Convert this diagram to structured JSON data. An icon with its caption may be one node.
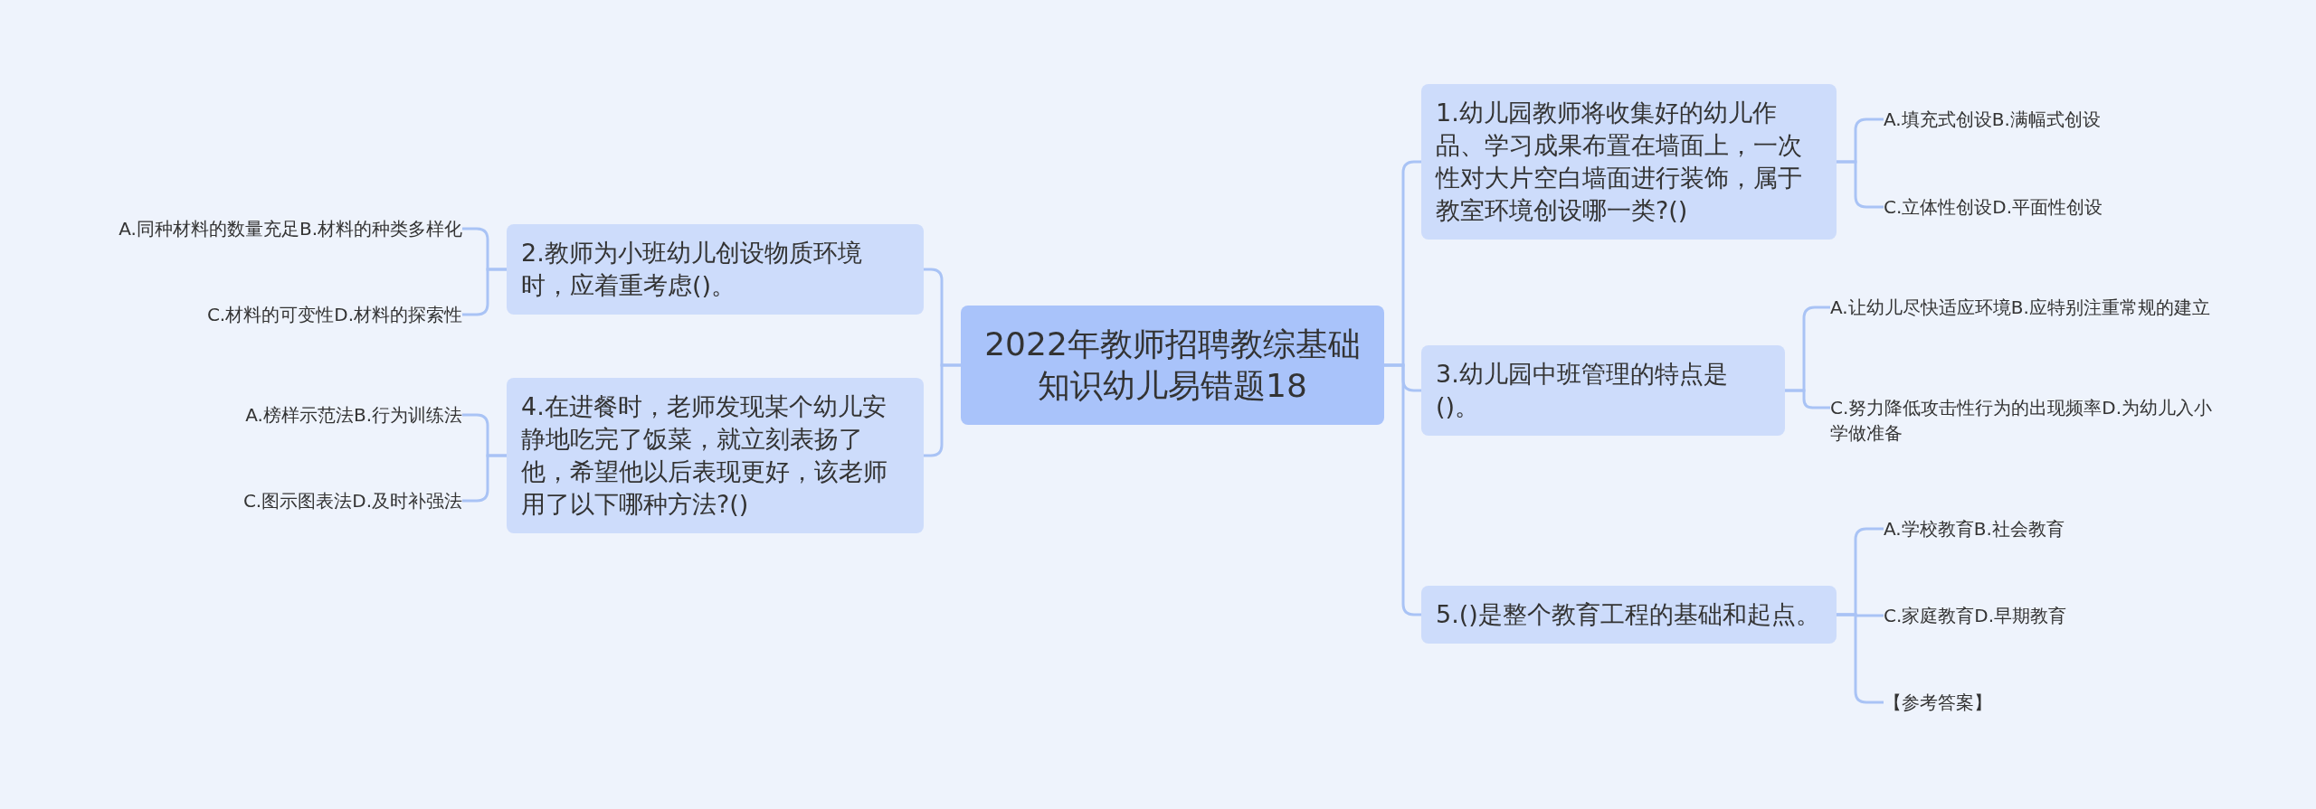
{
  "diagram": {
    "nodes": [
      {
        "text": [
          "2022年教师招聘教综基础知识幼儿易错题18"
        ]
      },
      {
        "text": [
          "1.幼儿园教师将收集好的幼儿作品、学习成果布置在墙面上，一次性对大片空白墙面进行装饰，属于教室环境创设哪一类?()"
        ]
      },
      {
        "text": [
          "A.填充式创设B.满幅式创设"
        ]
      },
      {
        "text": [
          "C.立体性创设D.平面性创设"
        ]
      },
      {
        "text": [
          "2.教师为小班幼儿创设物质环境时，应着重考虑()。"
        ]
      },
      {
        "text": [
          "A.同种材料的数量充足B.材料的种类多样化"
        ]
      },
      {
        "text": [
          "C.材料的可变性D.材料的探索性"
        ]
      },
      {
        "text": [
          "3.幼儿园中班管理的特点是()。"
        ]
      },
      {
        "text": [
          "A.让幼儿尽快适应环境B.应特别注重常规的建立"
        ]
      },
      {
        "text": [
          "C.努力降低攻击性行为的出现频率D.为幼儿入小学做准备"
        ]
      },
      {
        "text": [
          "4.在进餐时，老师发现某个幼儿安静地吃完了饭菜，就立刻表扬了他，希望他以后表现更好，该老师用了以下哪种方法?()"
        ]
      },
      {
        "text": [
          "A.榜样示范法B.行为训练法"
        ]
      },
      {
        "text": [
          "C.图示图表法D.及时补强法"
        ]
      },
      {
        "text": [
          "5.()是整个教育工程的基础和起点。"
        ]
      },
      {
        "text": [
          "A.学校教育B.社会教育"
        ]
      },
      {
        "text": [
          "C.家庭教育D.早期教育"
        ]
      },
      {
        "text": [
          "【参考答案】"
        ]
      }
    ],
    "edges": [
      {
        "from": 0,
        "to": 1,
        "arrow": "none"
      },
      {
        "from": 1,
        "to": 2,
        "arrow": "none"
      },
      {
        "from": 1,
        "to": 3,
        "arrow": "none"
      },
      {
        "from": 0,
        "to": 4,
        "arrow": "none"
      },
      {
        "from": 4,
        "to": 5,
        "arrow": "none"
      },
      {
        "from": 4,
        "to": 6,
        "arrow": "none"
      },
      {
        "from": 0,
        "to": 7,
        "arrow": "none"
      },
      {
        "from": 7,
        "to": 8,
        "arrow": "none"
      },
      {
        "from": 7,
        "to": 9,
        "arrow": "none"
      },
      {
        "from": 0,
        "to": 10,
        "arrow": "none"
      },
      {
        "from": 10,
        "to": 11,
        "arrow": "none"
      },
      {
        "from": 10,
        "to": 12,
        "arrow": "none"
      },
      {
        "from": 0,
        "to": 13,
        "arrow": "none"
      },
      {
        "from": 13,
        "to": 14,
        "arrow": "none"
      },
      {
        "from": 13,
        "to": 15,
        "arrow": "none"
      },
      {
        "from": 13,
        "to": 16,
        "arrow": "none"
      }
    ]
  }
}
